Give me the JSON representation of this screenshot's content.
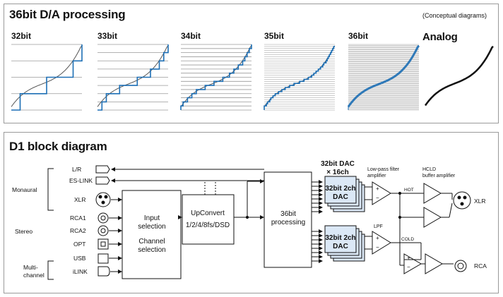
{
  "da_section": {
    "title": "36bit D/A processing",
    "note": "(Conceptual diagrams)",
    "panels": [
      {
        "label": "32bit",
        "levels": 4
      },
      {
        "label": "33bit",
        "levels": 8
      },
      {
        "label": "34bit",
        "levels": 16
      },
      {
        "label": "35bit",
        "levels": 32
      },
      {
        "label": "36bit",
        "levels": 64
      }
    ],
    "analog_label": "Analog"
  },
  "block_section": {
    "title": "D1 block diagram",
    "groups": {
      "monaural": "Monaural",
      "stereo": "Stereo",
      "multi_line1": "Multi-",
      "multi_line2": "channel"
    },
    "ports": {
      "lr": "L/R",
      "eslink": "ES-LINK",
      "xlr": "XLR",
      "rca1": "RCA1",
      "rca2": "RCA2",
      "opt": "OPT",
      "usb": "USB",
      "ilink": "iLINK"
    },
    "input_block": {
      "line1": "Input",
      "line2": "selection",
      "line3": "Channel",
      "line4": "selection"
    },
    "upconvert_block": {
      "line1": "UpConvert",
      "line2": "1/2/4/8fs/DSD"
    },
    "processing_block": {
      "line1": "36bit",
      "line2": "processing"
    },
    "dac_header": {
      "line1": "32bit DAC",
      "line2": "× 16ch"
    },
    "dac_block": {
      "line1": "32bit 2ch",
      "line2": "DAC"
    },
    "lpf_header": {
      "line1": "Low-pass filter",
      "line2": "amplifier"
    },
    "lpf_short": "LPF",
    "hot": "HOT",
    "cold": "COLD",
    "hcld_header": {
      "line1": "HCLD",
      "line2": "buffer amplifier"
    },
    "out_xlr": "XLR",
    "out_rca": "RCA",
    "plus": "+",
    "minus": "−"
  },
  "colors": {
    "wave": "#2f79b8",
    "step": "#1d6fb5",
    "grid": "#9a9a9a",
    "panel_border": "#9a9a9a",
    "dac_fill": "#dbe8f6"
  }
}
